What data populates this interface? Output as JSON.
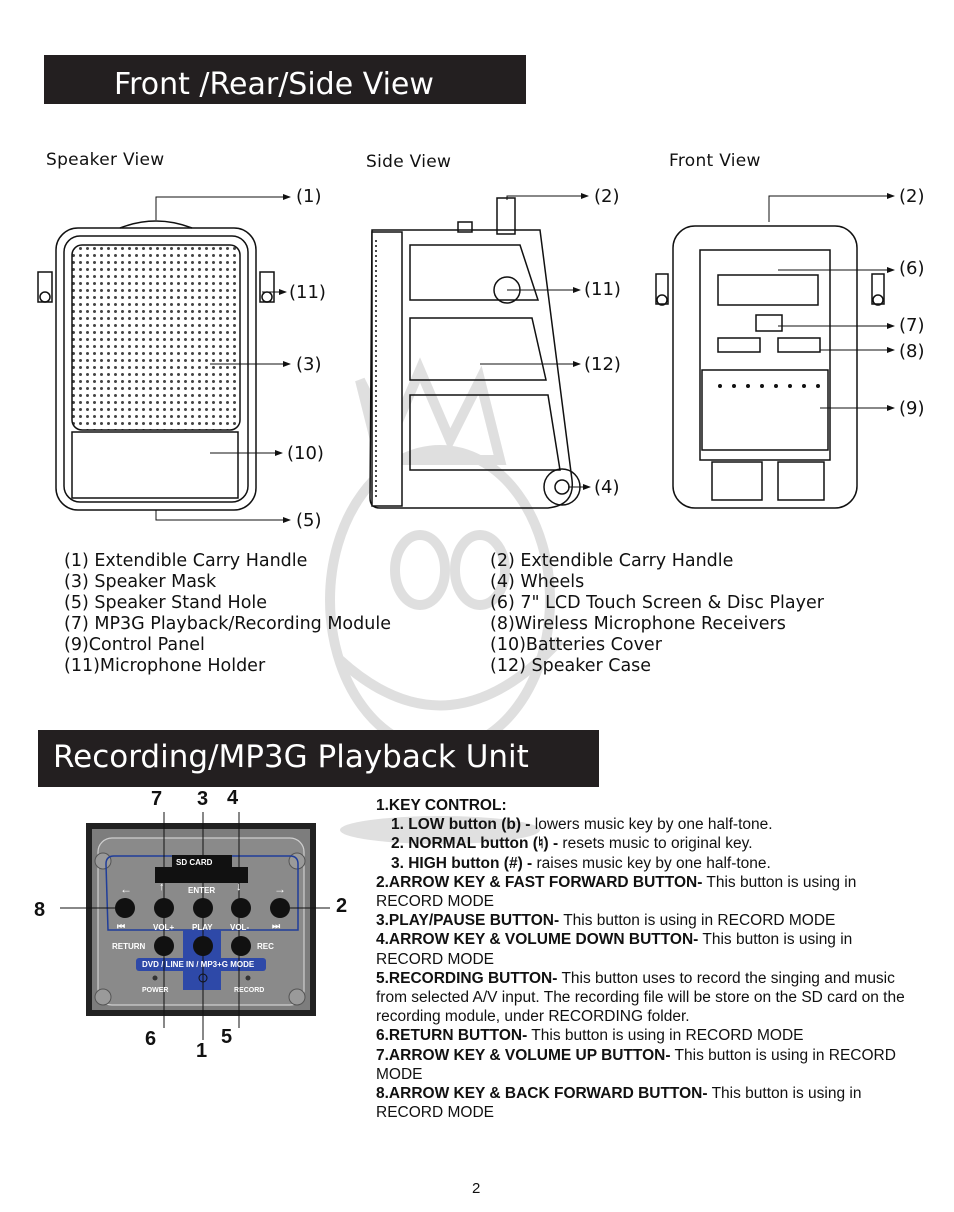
{
  "section1": {
    "title": "Front /Rear/Side View",
    "views": {
      "speaker": "Speaker View",
      "side": "Side View",
      "front": "Front View"
    },
    "callouts": [
      "(1)",
      "(11)",
      "(3)",
      "(10)",
      "(5)",
      "(2)",
      "(11)",
      "(12)",
      "(4)",
      "(2)",
      "(6)",
      "(7)",
      "(8)",
      "(9)"
    ],
    "legend_left": [
      "(1) Extendible Carry Handle",
      "(3) Speaker Mask",
      "(5) Speaker Stand Hole",
      "(7) MP3G Playback/Recording Module",
      "(9)Control Panel",
      "(11)Microphone Holder"
    ],
    "legend_right": [
      "(2) Extendible Carry Handle",
      "(4) Wheels",
      "(6) 7\" LCD Touch Screen & Disc Player",
      "(8)Wireless Microphone Receivers",
      "(10)Batteries Cover",
      "(12) Speaker Case"
    ]
  },
  "section2": {
    "title": "Recording/MP3G Playback Unit",
    "numbers": [
      "7",
      "3",
      "4",
      "8",
      "2",
      "6",
      "1",
      "5"
    ],
    "panel": {
      "sd_card": "SD CARD",
      "enter": "ENTER",
      "vol_plus": "VOL+",
      "play": "PLAY",
      "vol_minus": "VOL-",
      "return": "RETURN",
      "rec": "REC",
      "mode": "DVD / LINE IN / MP3+G MODE",
      "power": "POWER",
      "record": "RECORD"
    },
    "key_control": {
      "heading": "1.KEY CONTROL:",
      "items": [
        {
          "label": "1. LOW  button (b)  -",
          "text": " lowers music key by one half-tone."
        },
        {
          "label": "2. NORMAL button  (♮)  -",
          "text": "  resets music to original key."
        },
        {
          "label": "3. HIGH button (#)  -",
          "text": "  raises music key by one half-tone."
        }
      ]
    },
    "descriptions": [
      {
        "label": "2.ARROW KEY & FAST FORWARD BUTTON-",
        "text": " This button is using in RECORD MODE"
      },
      {
        "label": "3.PLAY/PAUSE BUTTON-",
        "text": " This button is using in RECORD MODE"
      },
      {
        "label": "4.ARROW KEY &  VOLUME DOWN BUTTON-",
        "text": " This button is using in RECORD MODE"
      },
      {
        "label": "5.RECORDING BUTTON-",
        "text": " This button uses to record the singing and music from selected A/V input. The recording file will be store on the SD card on the recording module, under RECORDING folder."
      },
      {
        "label": "6.RETURN BUTTON-",
        "text": " This button is using in RECORD MODE"
      },
      {
        "label": "7.ARROW KEY &  VOLUME UP BUTTON-",
        "text": " This button is using in RECORD MODE"
      },
      {
        "label": "8.ARROW KEY & BACK FORWARD BUTTON-",
        "text": " This button is using in RECORD MODE"
      }
    ]
  },
  "page_number": "2"
}
